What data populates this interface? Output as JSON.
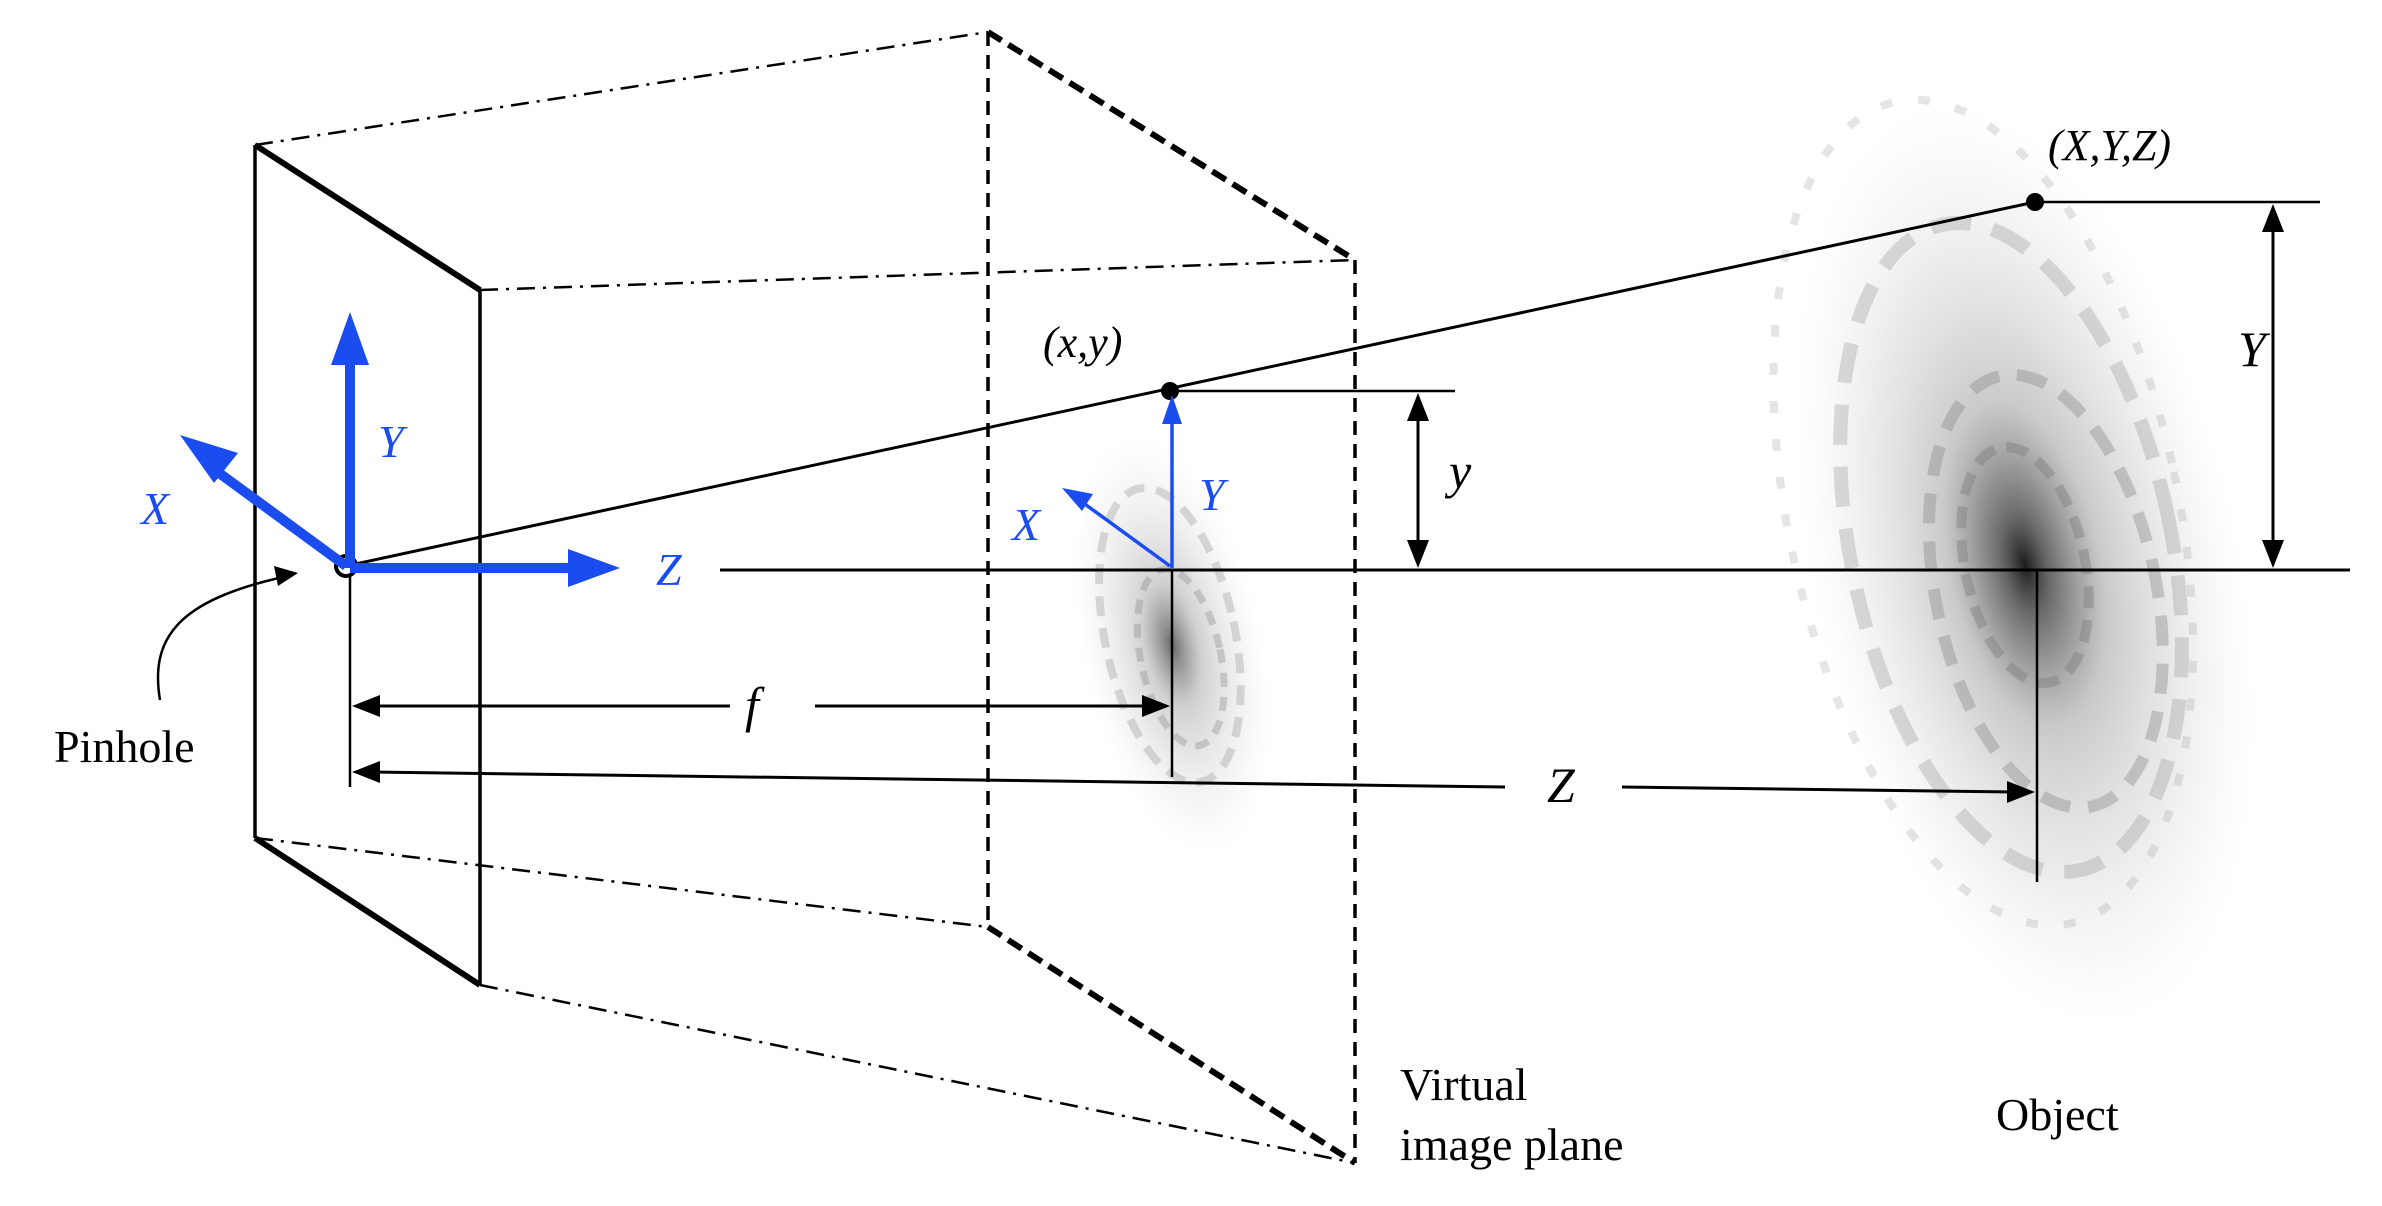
{
  "labels": {
    "pinhole": "Pinhole",
    "virtual_line1": "Virtual",
    "virtual_line2": "image plane",
    "object": "Object",
    "image_point": "(x,y)",
    "object_point": "(X,Y,Z)",
    "focal_length": "f",
    "object_distance": "Z",
    "image_height": "y",
    "object_height": "Y"
  },
  "camera_axes": {
    "x": "X",
    "y": "Y",
    "z": "Z"
  },
  "image_axes": {
    "x": "X",
    "y": "Y"
  },
  "colors": {
    "axis": "#1a4cf0",
    "line": "#000000",
    "galaxy": "#7a7a7a"
  }
}
